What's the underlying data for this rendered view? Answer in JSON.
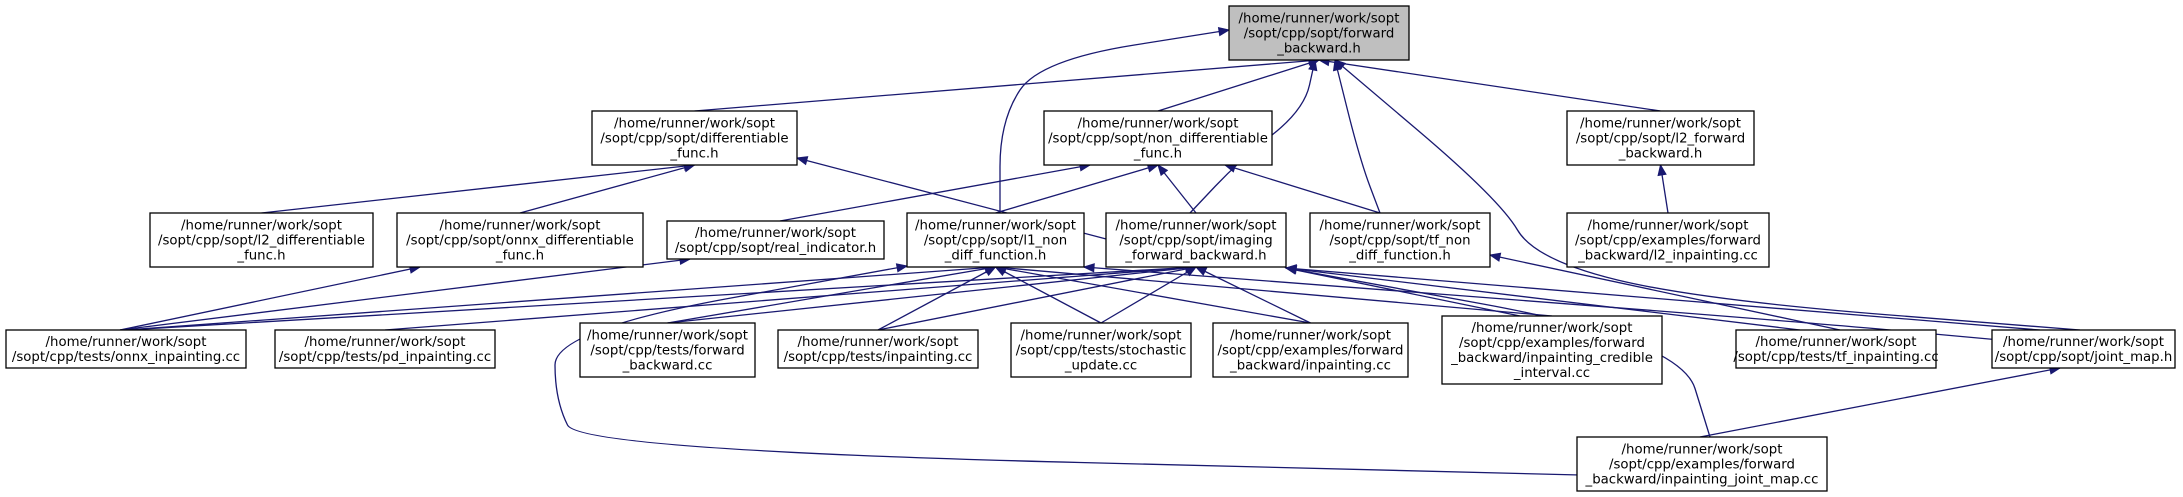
{
  "graph": {
    "nodes": [
      {
        "id": "fb_h",
        "lines": [
          "/home/runner/work/sopt",
          "/sopt/cpp/sopt/forward",
          "_backward.h"
        ],
        "root": true
      },
      {
        "id": "diff_func",
        "lines": [
          "/home/runner/work/sopt",
          "/sopt/cpp/sopt/differentiable",
          "_func.h"
        ]
      },
      {
        "id": "non_diff_func",
        "lines": [
          "/home/runner/work/sopt",
          "/sopt/cpp/sopt/non_differentiable",
          "_func.h"
        ]
      },
      {
        "id": "l2_fb",
        "lines": [
          "/home/runner/work/sopt",
          "/sopt/cpp/sopt/l2_forward",
          "_backward.h"
        ]
      },
      {
        "id": "l2_diff",
        "lines": [
          "/home/runner/work/sopt",
          "/sopt/cpp/sopt/l2_differentiable",
          "_func.h"
        ]
      },
      {
        "id": "onnx_diff",
        "lines": [
          "/home/runner/work/sopt",
          "/sopt/cpp/sopt/onnx_differentiable",
          "_func.h"
        ]
      },
      {
        "id": "real_ind",
        "lines": [
          "/home/runner/work/sopt",
          "/sopt/cpp/sopt/real_indicator.h"
        ]
      },
      {
        "id": "l1_non_diff",
        "lines": [
          "/home/runner/work/sopt",
          "/sopt/cpp/sopt/l1_non",
          "_diff_function.h"
        ]
      },
      {
        "id": "imaging_fb",
        "lines": [
          "/home/runner/work/sopt",
          "/sopt/cpp/sopt/imaging",
          "_forward_backward.h"
        ]
      },
      {
        "id": "tf_non_diff",
        "lines": [
          "/home/runner/work/sopt",
          "/sopt/cpp/sopt/tf_non",
          "_diff_function.h"
        ]
      },
      {
        "id": "l2_inpaint",
        "lines": [
          "/home/runner/work/sopt",
          "/sopt/cpp/examples/forward",
          "_backward/l2_inpainting.cc"
        ]
      },
      {
        "id": "onnx_inpaint",
        "lines": [
          "/home/runner/work/sopt",
          "/sopt/cpp/tests/onnx_inpainting.cc"
        ]
      },
      {
        "id": "pd_inpaint",
        "lines": [
          "/home/runner/work/sopt",
          "/sopt/cpp/tests/pd_inpainting.cc"
        ]
      },
      {
        "id": "tests_fb",
        "lines": [
          "/home/runner/work/sopt",
          "/sopt/cpp/tests/forward",
          "_backward.cc"
        ]
      },
      {
        "id": "tests_inpaint",
        "lines": [
          "/home/runner/work/sopt",
          "/sopt/cpp/tests/inpainting.cc"
        ]
      },
      {
        "id": "stoch",
        "lines": [
          "/home/runner/work/sopt",
          "/sopt/cpp/tests/stochastic",
          "_update.cc"
        ]
      },
      {
        "id": "ex_inpaint",
        "lines": [
          "/home/runner/work/sopt",
          "/sopt/cpp/examples/forward",
          "_backward/inpainting.cc"
        ]
      },
      {
        "id": "ex_credible",
        "lines": [
          "/home/runner/work/sopt",
          "/sopt/cpp/examples/forward",
          "_backward/inpainting_credible",
          "_interval.cc"
        ]
      },
      {
        "id": "tf_inpaint",
        "lines": [
          "/home/runner/work/sopt",
          "/sopt/cpp/tests/tf_inpainting.cc"
        ]
      },
      {
        "id": "joint_map",
        "lines": [
          "/home/runner/work/sopt",
          "/sopt/cpp/sopt/joint_map.h"
        ]
      },
      {
        "id": "ex_joint",
        "lines": [
          "/home/runner/work/sopt",
          "/sopt/cpp/examples/forward",
          "_backward/inpainting_joint_map.cc"
        ]
      }
    ],
    "edges": [
      [
        "diff_func",
        "fb_h"
      ],
      [
        "non_diff_func",
        "fb_h"
      ],
      [
        "l2_fb",
        "fb_h"
      ],
      [
        "l1_non_diff",
        "fb_h"
      ],
      [
        "imaging_fb",
        "fb_h"
      ],
      [
        "tf_non_diff",
        "fb_h"
      ],
      [
        "joint_map",
        "fb_h"
      ],
      [
        "l2_diff",
        "diff_func"
      ],
      [
        "onnx_diff",
        "diff_func"
      ],
      [
        "imaging_fb",
        "diff_func"
      ],
      [
        "real_ind",
        "non_diff_func"
      ],
      [
        "l1_non_diff",
        "non_diff_func"
      ],
      [
        "imaging_fb",
        "non_diff_func"
      ],
      [
        "tf_non_diff",
        "non_diff_func"
      ],
      [
        "l2_inpaint",
        "l2_fb"
      ],
      [
        "onnx_inpaint",
        "onnx_diff"
      ],
      [
        "onnx_inpaint",
        "real_ind"
      ],
      [
        "onnx_inpaint",
        "l1_non_diff"
      ],
      [
        "tests_fb",
        "l1_non_diff"
      ],
      [
        "tests_inpaint",
        "l1_non_diff"
      ],
      [
        "stoch",
        "l1_non_diff"
      ],
      [
        "ex_inpaint",
        "l1_non_diff"
      ],
      [
        "ex_credible",
        "l1_non_diff"
      ],
      [
        "joint_map",
        "l1_non_diff"
      ],
      [
        "ex_joint",
        "l1_non_diff"
      ],
      [
        "onnx_inpaint",
        "imaging_fb"
      ],
      [
        "pd_inpaint",
        "imaging_fb"
      ],
      [
        "tests_fb",
        "imaging_fb"
      ],
      [
        "tests_inpaint",
        "imaging_fb"
      ],
      [
        "stoch",
        "imaging_fb"
      ],
      [
        "ex_inpaint",
        "imaging_fb"
      ],
      [
        "ex_credible",
        "imaging_fb"
      ],
      [
        "tf_inpaint",
        "imaging_fb"
      ],
      [
        "joint_map",
        "imaging_fb"
      ],
      [
        "ex_joint",
        "imaging_fb"
      ],
      [
        "tf_inpaint",
        "tf_non_diff"
      ],
      [
        "ex_joint",
        "joint_map"
      ]
    ]
  }
}
